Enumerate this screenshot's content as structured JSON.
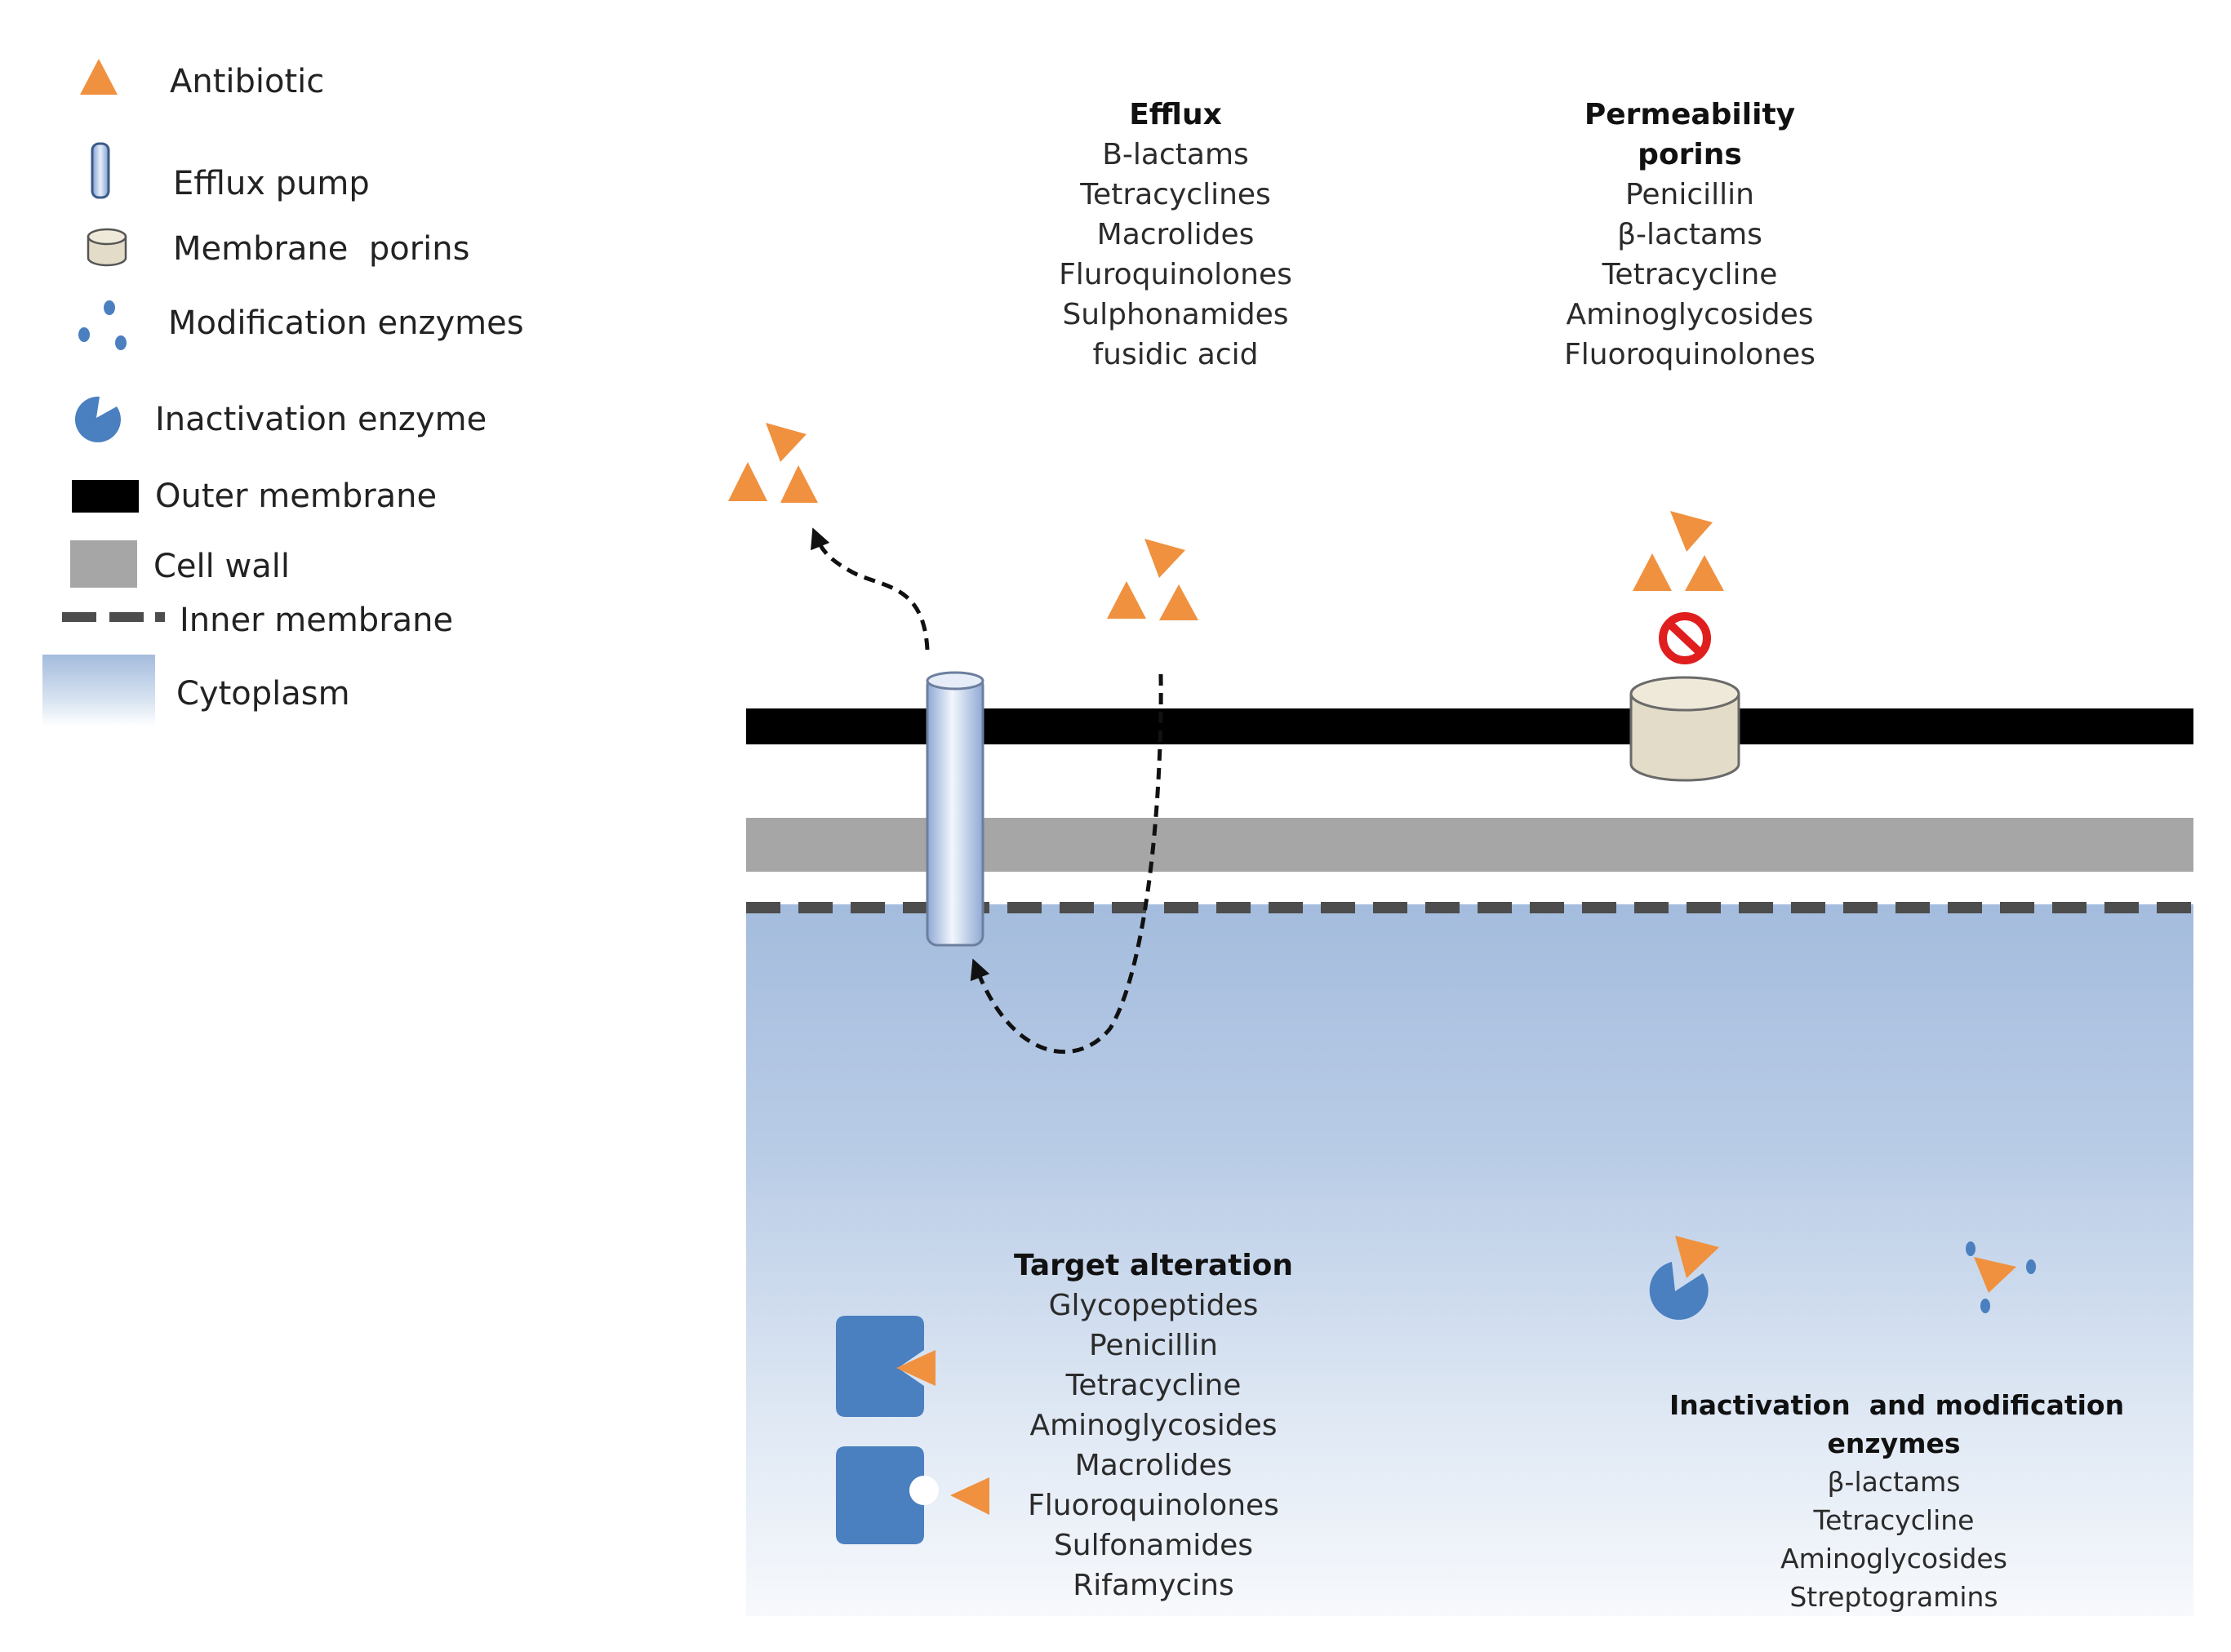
{
  "legend": {
    "antibiotic": "Antibiotic",
    "efflux_pump": "Efflux pump",
    "membrane_porins": "Membrane  porins",
    "modification_enzymes": "Modification enzymes",
    "inactivation_enzyme": "Inactivation enzyme",
    "outer_membrane": "Outer membrane",
    "cell_wall": "Cell wall",
    "inner_membrane": "Inner membrane",
    "cytoplasm": "Cytoplasm"
  },
  "mechanisms": {
    "efflux": {
      "title": "Efflux",
      "drugs": [
        "B-lactams",
        "Tetracyclines",
        "Macrolides",
        "Fluroquinolones",
        "Sulphonamides",
        "fusidic acid"
      ]
    },
    "permeability": {
      "title_line1": "Permeability",
      "title_line2": "porins",
      "drugs": [
        "Penicillin",
        "β-lactams",
        "Tetracycline",
        "Aminoglycosides",
        "Fluoroquinolones"
      ]
    },
    "target_alteration": {
      "title": "Target alteration",
      "drugs": [
        "Glycopeptides",
        "Penicillin",
        "Tetracycline",
        "Aminoglycosides",
        "Macrolides",
        "Fluoroquinolones",
        "Sulfonamides",
        "Rifamycins"
      ]
    },
    "inactivation_modification": {
      "title_line1": "Inactivation  and modification",
      "title_line2": "enzymes",
      "drugs": [
        "β-lactams",
        "Tetracycline",
        "Aminoglycosides",
        "Streptogramins"
      ]
    }
  },
  "colors": {
    "antibiotic": "#f0913f",
    "enzyme_blue": "#4a7fc0",
    "outer_membrane": "#000000",
    "cell_wall": "#a6a6a6",
    "inner_membrane": "#4d4d4d",
    "porin": "#e3dcc8",
    "efflux_pump": "#c6d6ef",
    "block_symbol": "#e01e1e"
  }
}
